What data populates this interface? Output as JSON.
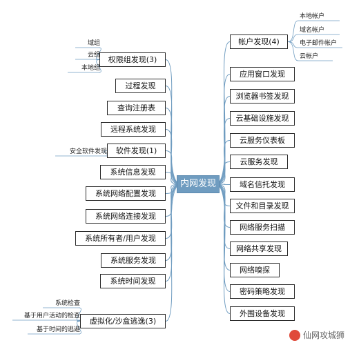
{
  "center": "内网发现",
  "left_nodes": [
    {
      "id": "perm",
      "label": "权限组发现(3)",
      "children": [
        "域组",
        "云组",
        "本地组"
      ]
    },
    {
      "id": "proc",
      "label": "过程发现",
      "children": []
    },
    {
      "id": "reg",
      "label": "查询注册表",
      "children": []
    },
    {
      "id": "remote",
      "label": "远程系统发现",
      "children": []
    },
    {
      "id": "soft",
      "label": "软件发现(1)",
      "children": [
        "安全软件发现"
      ]
    },
    {
      "id": "sysinfo",
      "label": "系统信息发现",
      "children": []
    },
    {
      "id": "netcfg",
      "label": "系统网络配置发现",
      "children": []
    },
    {
      "id": "netconn",
      "label": "系统网络连接发现",
      "children": []
    },
    {
      "id": "owner",
      "label": "系统所有者/用户发现",
      "children": []
    },
    {
      "id": "svc",
      "label": "系统服务发现",
      "children": []
    },
    {
      "id": "time",
      "label": "系统时间发现",
      "children": []
    },
    {
      "id": "virt",
      "label": "虚拟化/沙盒逃逸(3)",
      "children": [
        "系统检查",
        "基于用户活动的检查",
        "基于时间的逃避"
      ]
    }
  ],
  "right_nodes": [
    {
      "id": "acct",
      "label": "帐户发现(4)",
      "children": [
        "本地帐户",
        "域名帐户",
        "电子邮件帐户",
        "云帐户"
      ]
    },
    {
      "id": "appwin",
      "label": "应用窗口发现",
      "children": []
    },
    {
      "id": "bookmark",
      "label": "浏览器书签发现",
      "children": []
    },
    {
      "id": "cloudinfra",
      "label": "云基础设施发现",
      "children": []
    },
    {
      "id": "dash",
      "label": "云服务仪表板",
      "children": []
    },
    {
      "id": "cloudsvc",
      "label": "云服务发现",
      "children": []
    },
    {
      "id": "domtrust",
      "label": "域名信托发现",
      "children": []
    },
    {
      "id": "filedir",
      "label": "文件和目录发现",
      "children": []
    },
    {
      "id": "netscan",
      "label": "网络服务扫描",
      "children": []
    },
    {
      "id": "netshare",
      "label": "网络共享发现",
      "children": []
    },
    {
      "id": "sniff",
      "label": "网络嗅探",
      "children": []
    },
    {
      "id": "pwpol",
      "label": "密码策略发现",
      "children": []
    },
    {
      "id": "periph",
      "label": "外围设备发现",
      "children": []
    }
  ],
  "watermark": "仙网攻城狮",
  "colors": {
    "line": "#6f9cc0",
    "center": "#6f9cc0",
    "border": "#2a2a2a"
  }
}
